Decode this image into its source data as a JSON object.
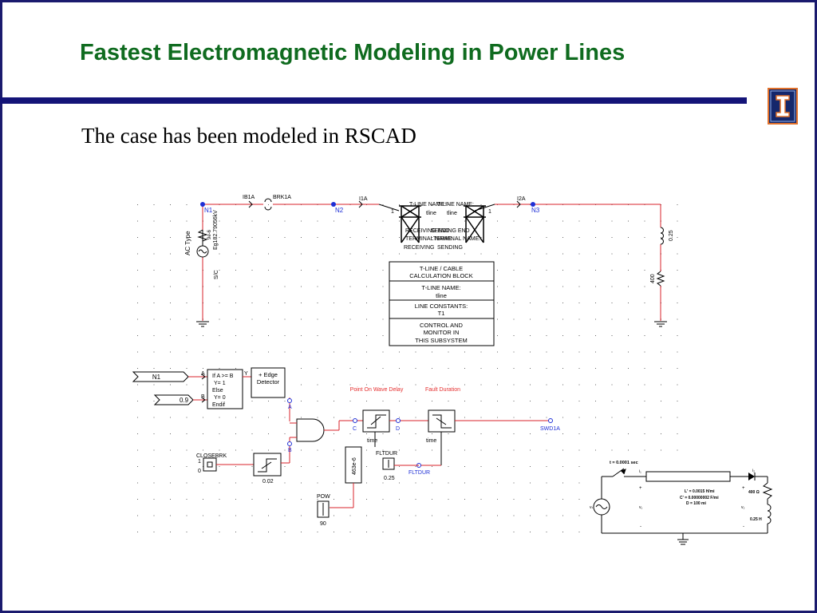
{
  "slide": {
    "title": "Fastest Electromagnetic  Modeling in Power  Lines",
    "subtitle": "The case has been modeled in RSCAD"
  },
  "colors": {
    "title": "#0f6b1f",
    "rule": "#141478",
    "wire_red": "#d9232b",
    "node_blue": "#1e2fd6",
    "label_red": "#e53030"
  },
  "logo": {
    "icon": "illinois-block-i-icon"
  },
  "top_circuit": {
    "nodes": [
      "N1",
      "N2",
      "N3"
    ],
    "ib1a": "IB1A",
    "brk1a": "BRK1A",
    "i1a": "I1A",
    "i2a": "I2A",
    "port_left": "1",
    "port_right": "1",
    "source_type": "AC Type",
    "source_values": "Eg182.79056kV",
    "source_mode": "S/C",
    "source_extra": "9e-6",
    "inductor_value": "0.25",
    "resistor_value": "400",
    "tline_name_left": "T-LINE NAME:",
    "tline_name_right": "T-LINE NAME:",
    "tline_val_left": "tline",
    "tline_val_right": "tline",
    "end_a1": "RECEIVING END",
    "end_a2": "SENDING END",
    "term_a": "TERMINAL NAME:",
    "term_b": "TERMINAL NAME:",
    "term_val_a": "RECEIVING",
    "term_val_b": "SENDING",
    "calc_block": [
      "T-LINE / CABLE",
      "CALCULATION BLOCK"
    ],
    "calc_name": [
      "T-LINE NAME:",
      "tline"
    ],
    "calc_constants": [
      "LINE CONSTANTS:",
      "T1"
    ],
    "calc_control": [
      "CONTROL AND",
      "MONITOR IN",
      "THIS SUBSYSTEM"
    ]
  },
  "control_circuit": {
    "input_n1": "N1",
    "input_const": "0.9",
    "cmp_a": "A",
    "cmp_b": "B",
    "cmp_y": "Y",
    "cmp_text": [
      "If A >= B",
      "Y=    1",
      "Else",
      "Y=    0",
      "Endif"
    ],
    "edge_detector": [
      "+ Edge",
      "Detector"
    ],
    "label_pow_delay": "Point On Wave Delay",
    "label_fault_dur": "Fault Duration",
    "and_a": "A",
    "and_b": "B",
    "and_c": "C",
    "node_d": "D",
    "output": "SWD1A",
    "time_1": "time",
    "time_2": "time",
    "closebrk": "CLOSEBRK",
    "closebrk_1": "1",
    "closebrk_0": "0",
    "step_value": "0.02",
    "delay_value": "463e-6",
    "fltdur_label": "FLTDUR",
    "fltdur_value": "0.25",
    "fltdur_out": "FLTDUR",
    "pow_label": "POW",
    "pow_value": "90"
  },
  "inset_circuit": {
    "switch_time": "t = 0.0001 sec",
    "i1": "i₁",
    "i2": "i₂",
    "l_per_mi": "L' = 0.0015 H/mi",
    "c_per_mi": "C' = 0.00000002 F/mi",
    "distance": "D = 100 mi",
    "r_load": "400 Ω",
    "l_load": "0.25 H",
    "vs": "vₛ",
    "v1": "v₁",
    "v2": "v₂",
    "plus": "+",
    "minus": "-"
  }
}
